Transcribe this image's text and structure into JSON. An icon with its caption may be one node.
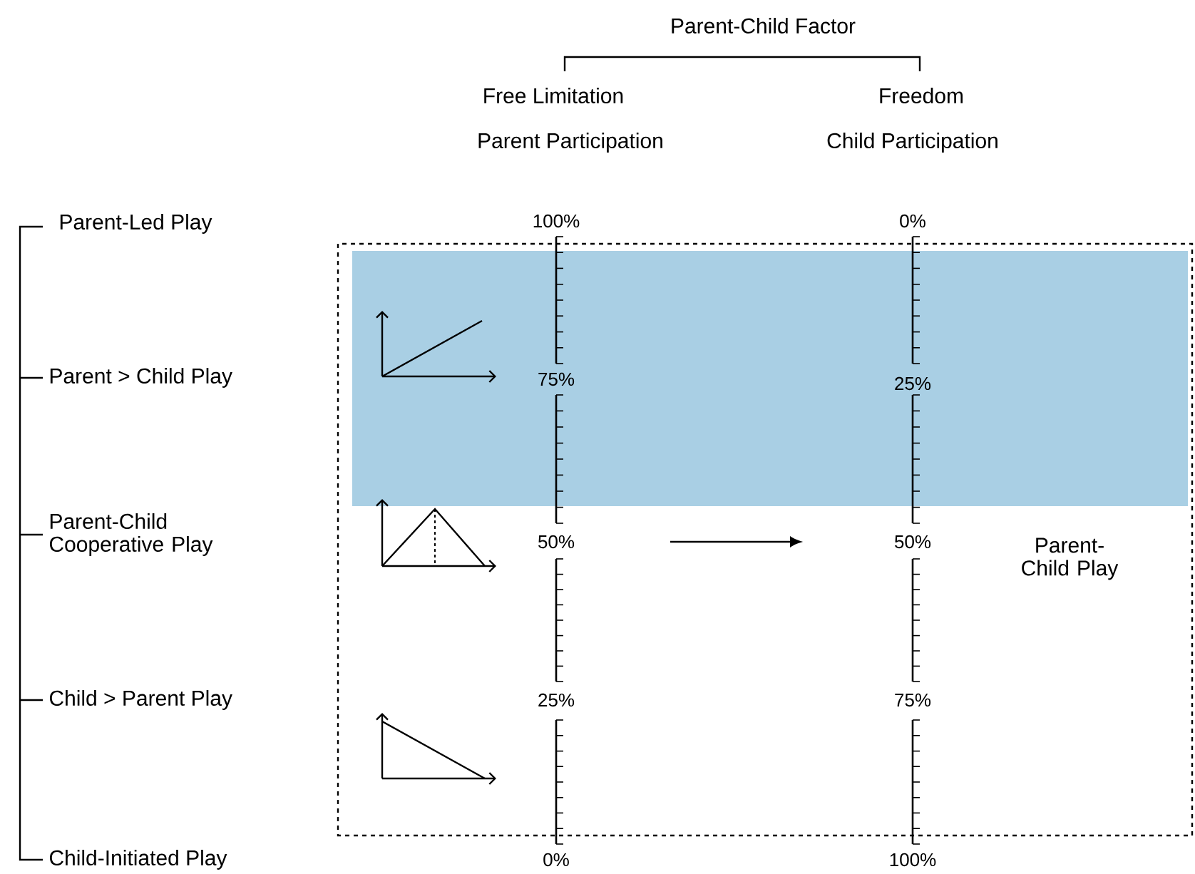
{
  "diagram": {
    "labels": [
      "Parent-Child Factor",
      "Free Limitation",
      "Freedom",
      "Parent Participation",
      "Child Participation",
      "Parent-Led Play",
      "100%",
      "0%",
      "Parent > Child Play",
      "75%",
      "25%",
      "Parent-Child Cooperative Play",
      "50%",
      "50%",
      "Parent-Child Play",
      "Child > Parent Play",
      "25%",
      "75%",
      "Child-Initiated Play",
      "0%",
      "100%"
    ]
  }
}
